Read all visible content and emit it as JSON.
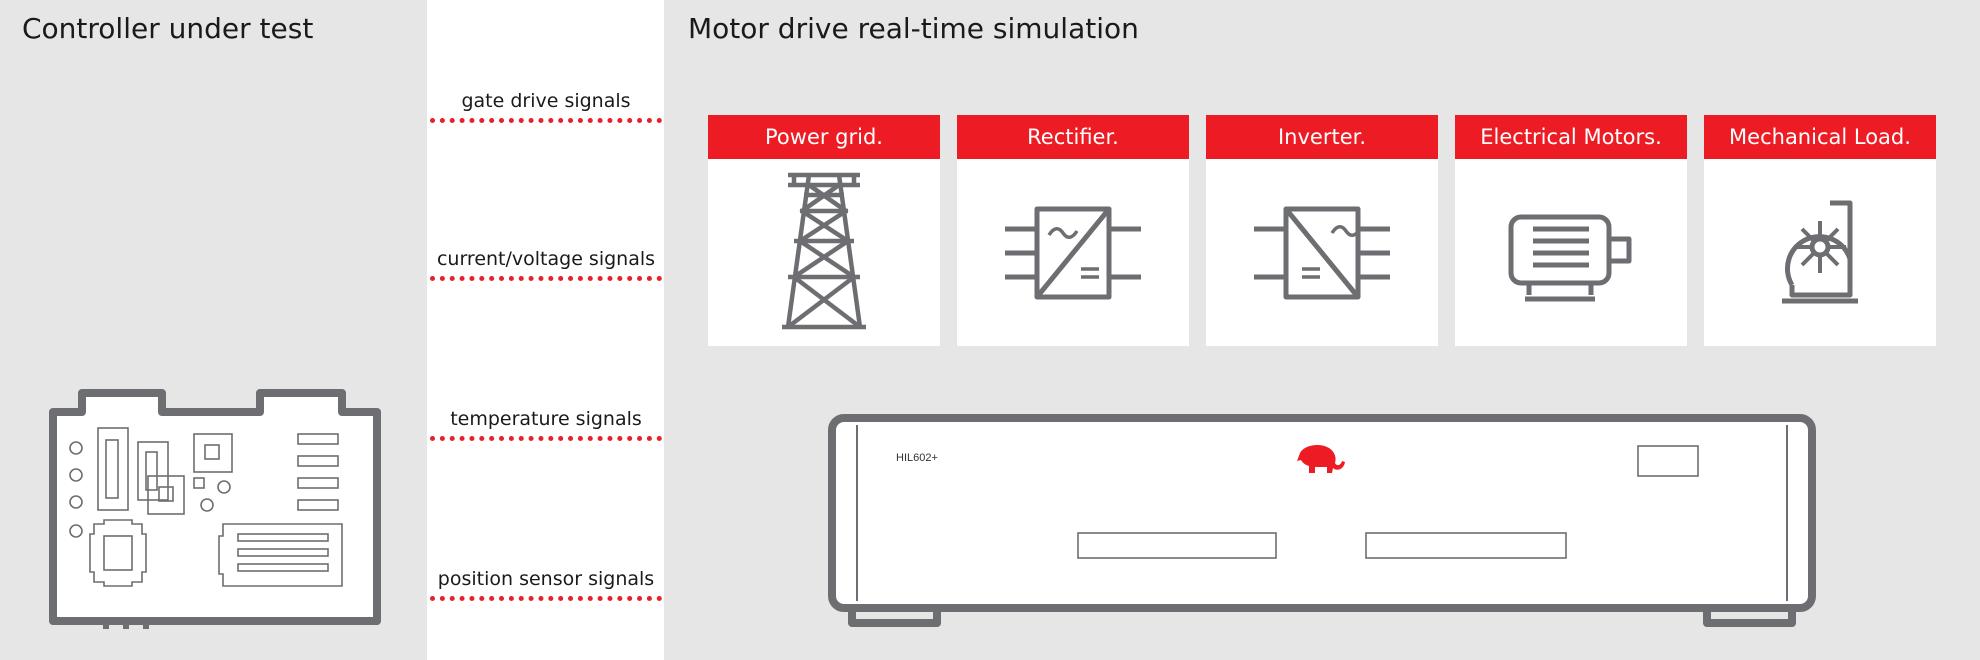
{
  "left_panel": {
    "title": "Controller under test"
  },
  "right_panel": {
    "title": "Motor drive real-time simulation"
  },
  "signals": [
    {
      "label": "gate drive signals"
    },
    {
      "label": "current/voltage signals"
    },
    {
      "label": "temperature signals"
    },
    {
      "label": "position sensor signals"
    }
  ],
  "cards": [
    {
      "label": "Power grid.",
      "icon": "transmission-tower-icon"
    },
    {
      "label": "Rectifier.",
      "icon": "rectifier-icon"
    },
    {
      "label": "Inverter.",
      "icon": "inverter-icon"
    },
    {
      "label": "Electrical Motors.",
      "icon": "electric-motor-icon"
    },
    {
      "label": "Mechanical Load.",
      "icon": "fan-load-icon"
    }
  ],
  "hil_device": {
    "model": "HIL602+",
    "logo": "elephant-logo-icon"
  },
  "colors": {
    "accent_red": "#ed1c24",
    "icon_gray": "#6d6e71",
    "panel_gray": "#e6e6e6"
  }
}
